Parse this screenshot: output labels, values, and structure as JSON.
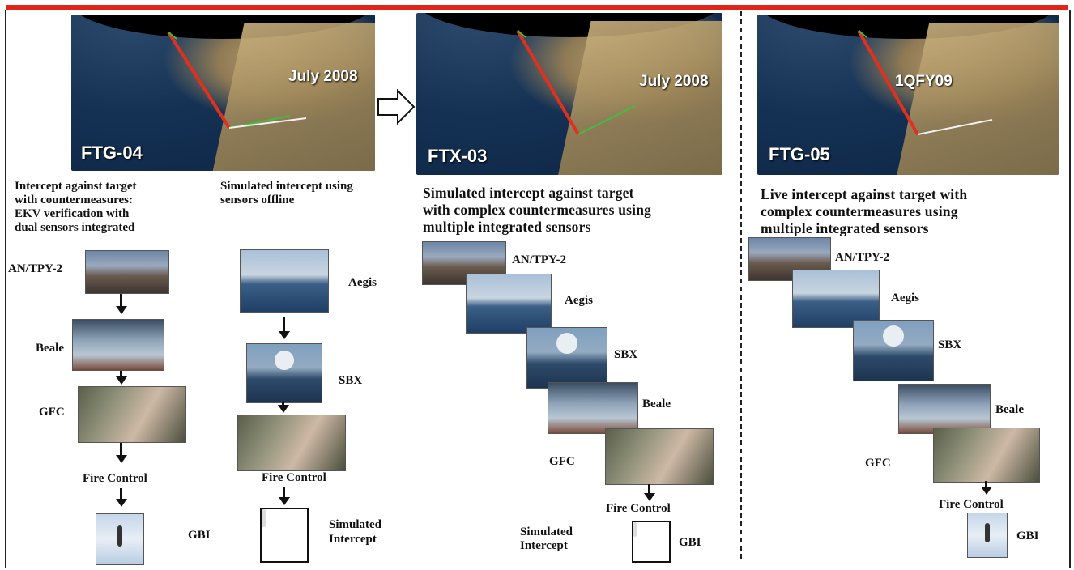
{
  "panels": [
    {
      "map_label": "FTG-04",
      "map_date": "July 2008",
      "description_a": [
        "Intercept against target",
        "with countermeasures:",
        "EKV verification with",
        "dual sensors integrated"
      ],
      "description_b": [
        "Simulated intercept using",
        "sensors offline"
      ],
      "chain_a": [
        "AN/TPY-2",
        "Beale",
        "GFC",
        "Fire Control",
        "GBI"
      ],
      "chain_b": [
        "Aegis",
        "SBX",
        "Fire Control",
        "Simulated Intercept"
      ]
    },
    {
      "map_label": "FTX-03",
      "map_date": "July 2008",
      "description": [
        "Simulated intercept against target",
        "with complex countermeasures using",
        "multiple integrated sensors"
      ],
      "sensors": [
        "AN/TPY-2",
        "Aegis",
        "SBX",
        "Beale",
        "GFC"
      ],
      "fire_control": "Fire Control",
      "sim_intercept": [
        "Simulated",
        "Intercept"
      ],
      "interceptor": "GBI"
    },
    {
      "map_label": "FTG-05",
      "map_date": "1QFY09",
      "description": [
        "Live intercept against target with",
        "complex countermeasures using",
        "multiple integrated sensors"
      ],
      "sensors": [
        "AN/TPY-2",
        "Aegis",
        "SBX",
        "Beale",
        "GFC"
      ],
      "fire_control": "Fire Control",
      "interceptor": "GBI"
    }
  ],
  "colors": {
    "top_bar": "#e2231a",
    "trajectory": "#e0301e",
    "sensor_line": "#3fbf3f"
  },
  "icons": [
    "right-arrow-icon",
    "down-arrow-icon"
  ]
}
